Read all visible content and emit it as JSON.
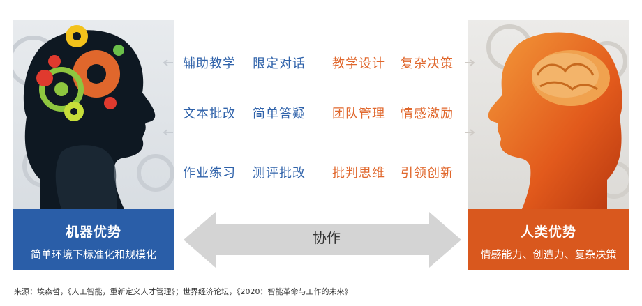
{
  "machine": {
    "title": "机器优势",
    "subtitle": "简单环境下标准化和规模化"
  },
  "human": {
    "title": "人类优势",
    "subtitle": "情感能力、创造力、复杂决策"
  },
  "center_label": "协作",
  "machine_tasks": [
    [
      "辅助教学",
      "限定对话"
    ],
    [
      "文本批改",
      "简单答疑"
    ],
    [
      "作业练习",
      "测评批改"
    ]
  ],
  "human_tasks": [
    [
      "教学设计",
      "复杂决策"
    ],
    [
      "团队管理",
      "情感激励"
    ],
    [
      "批判思维",
      "引领创新"
    ]
  ],
  "source": "来源：埃森哲，《人工智能，重新定义人才管理》；世界经济论坛，《2020：智能革命与工作的未来》",
  "colors": {
    "machine_blue": "#2a5ea8",
    "human_orange": "#d9581e",
    "arrow_gray": "#d0d0d0"
  }
}
